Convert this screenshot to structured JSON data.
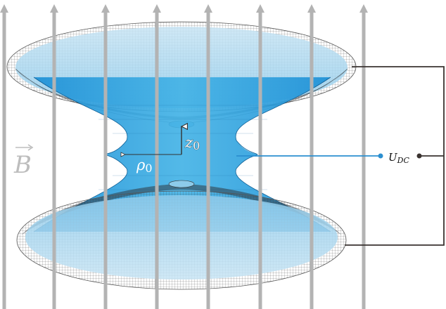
{
  "labels": {
    "magnetic_field_symbol": "B",
    "ring_radius_symbol": "ρ",
    "ring_radius_subscript": "0",
    "axial_distance_symbol": "z",
    "axial_distance_subscript": "0",
    "voltage_symbol": "U",
    "voltage_subscript": "DC"
  },
  "colors": {
    "field_lines": "#b3b3b3",
    "electrode_mesh": "#2a2a2a",
    "ring_electrode_fill": "#35a8df",
    "endcap_fill": "#a9d6ee",
    "wire_to_ring": "#2b8fd0",
    "wire_to_endcaps": "#3a3330",
    "field_label": "#bdbdbd",
    "dimension_arrows": "#333333"
  },
  "icons": {
    "field_arrow": "up-arrow-icon",
    "terminal": "filled-dot-icon"
  }
}
